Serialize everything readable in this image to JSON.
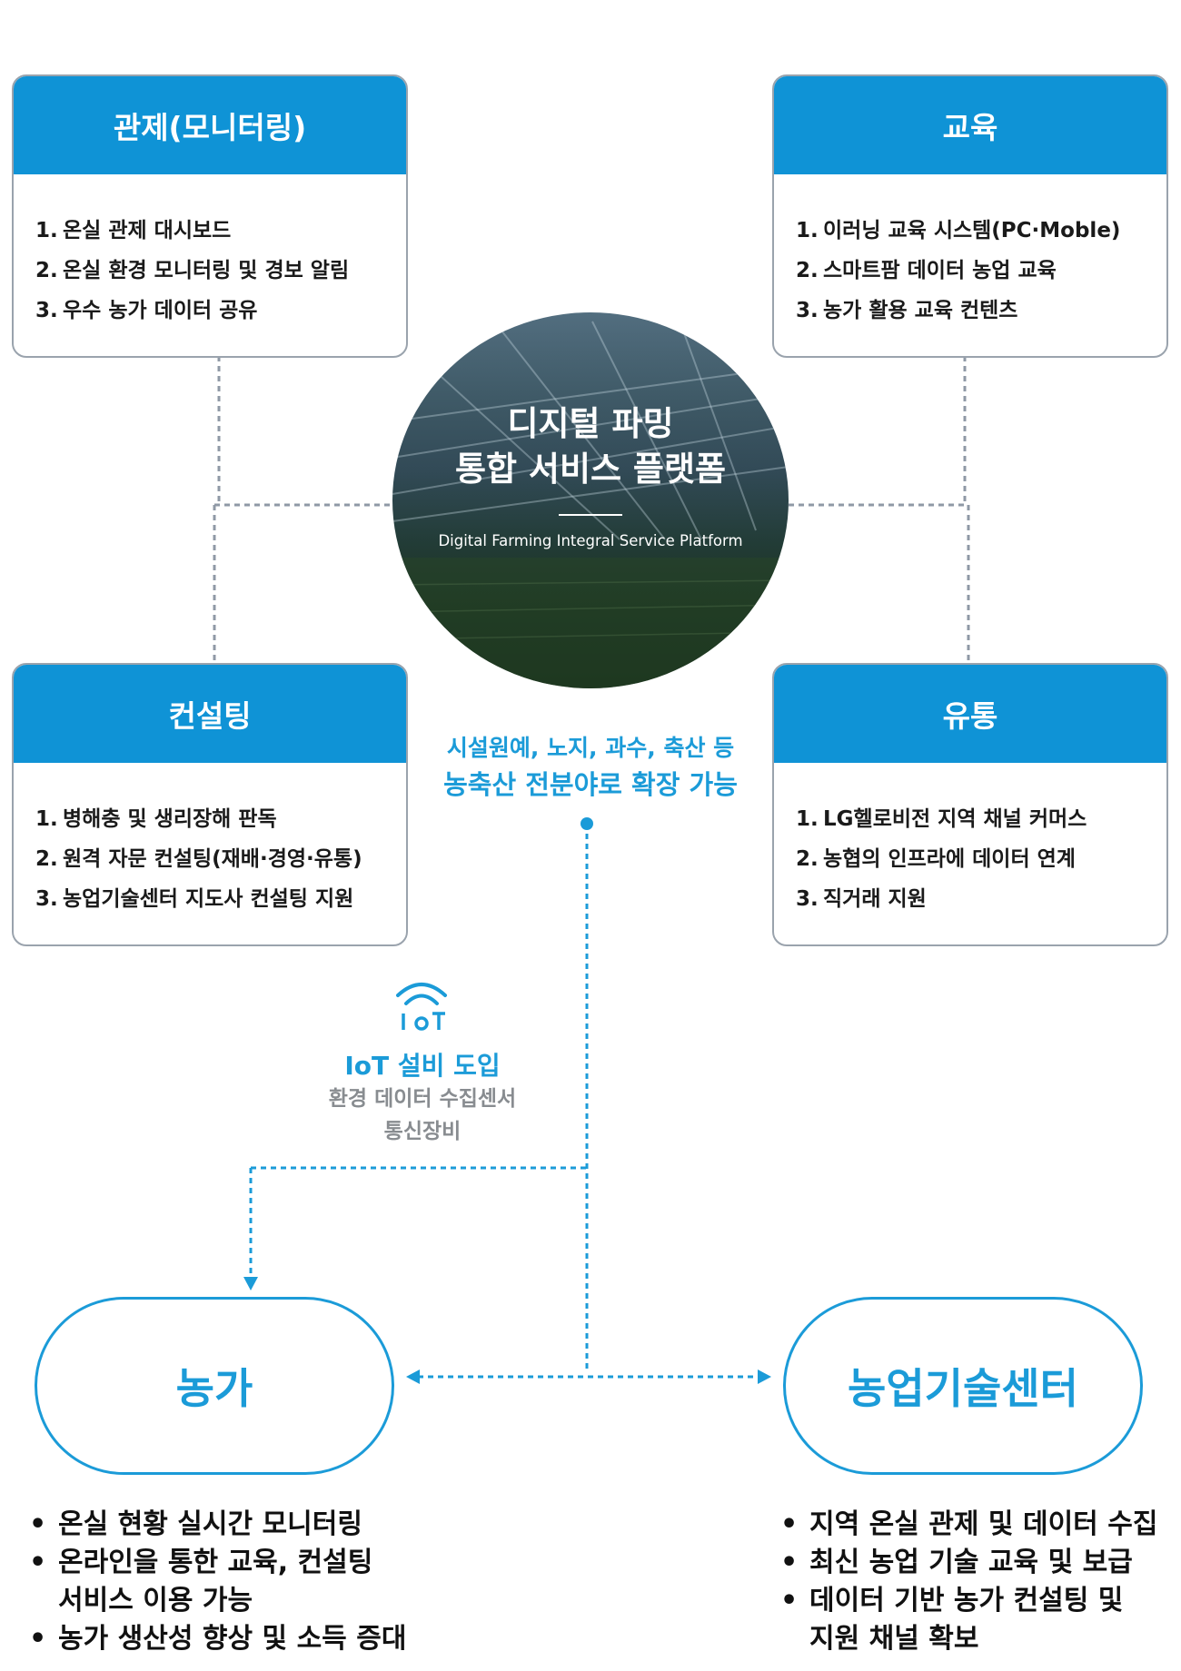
{
  "cards": {
    "monitoring": {
      "title": "관제(모니터링)",
      "items": [
        {
          "num": "1.",
          "text": "온실 관제 대시보드"
        },
        {
          "num": "2.",
          "text": "온실 환경 모니터링 및 경보 알림"
        },
        {
          "num": "3.",
          "text": "우수 농가 데이터 공유"
        }
      ]
    },
    "education": {
      "title": "교육",
      "items": [
        {
          "num": "1.",
          "text": "이러닝 교육 시스템(PC·Moble)"
        },
        {
          "num": "2.",
          "text": "스마트팜 데이터 농업 교육"
        },
        {
          "num": "3.",
          "text": "농가 활용 교육 컨텐츠"
        }
      ]
    },
    "consulting": {
      "title": "컨설팅",
      "items": [
        {
          "num": "1.",
          "text": "병해충 및 생리장해 판독"
        },
        {
          "num": "2.",
          "text": "원격 자문 컨설팅(재배·경영·유통)"
        },
        {
          "num": "3.",
          "text": "농업기술센터 지도사 컨설팅 지원"
        }
      ]
    },
    "distribution": {
      "title": "유통",
      "items": [
        {
          "num": "1.",
          "text": "LG헬로비전 지역 채널 커머스"
        },
        {
          "num": "2.",
          "text": "농협의 인프라에 데이터 연계"
        },
        {
          "num": "3.",
          "text": "직거래 지원"
        }
      ]
    }
  },
  "center": {
    "title_line1": "디지털 파밍",
    "title_line2": "통합 서비스 플랫폼",
    "subtitle": "Digital Farming Integral Service Platform"
  },
  "expansion": {
    "line1": "시설원예, 노지, 과수, 축산 등",
    "line2": "농축산 전분야로 확장 가능"
  },
  "iot": {
    "icon": "wifi-iot-icon",
    "title": "IoT 설비 도입",
    "desc_line1": "환경 데이터 수집센서",
    "desc_line2": "통신장비"
  },
  "farm": {
    "label": "농가",
    "bullets": [
      "온실 현황 실시간 모니터링",
      "온라인을 통한 교육, 컨설팅\n서비스 이용 가능",
      "농가 생산성 향상 및 소득 증대"
    ]
  },
  "center_agri": {
    "label": "농업기술센터",
    "bullets": [
      "지역 온실 관제 및 데이터 수집",
      "최신 농업 기술 교육 및 보급",
      "데이터 기반 농가 컨설팅 및\n지원 채널 확보"
    ]
  },
  "colors": {
    "header_blue": "#0f93d6",
    "accent_blue": "#1b9bd8",
    "line_gray": "#8f99a6",
    "muted_text": "#888c90"
  }
}
